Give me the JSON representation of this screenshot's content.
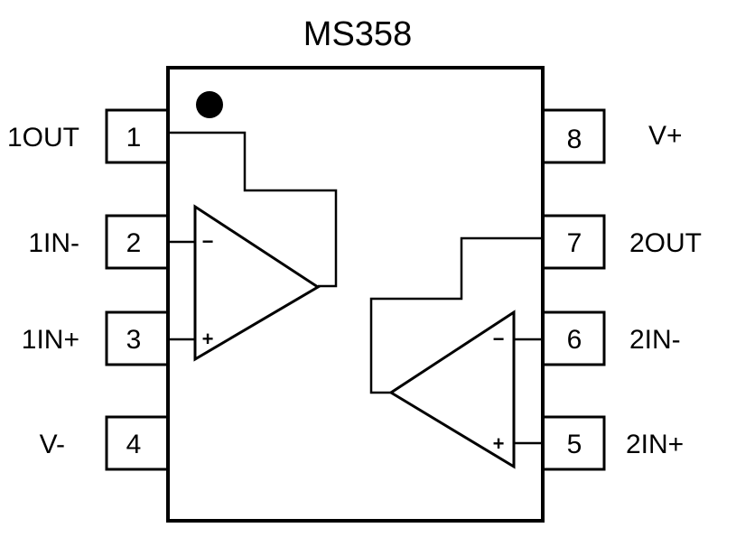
{
  "title": "MS358",
  "colors": {
    "stroke": "#000000",
    "background": "#ffffff"
  },
  "pin1_marker": "filled-dot",
  "pins": [
    {
      "number": "1",
      "label": "1OUT"
    },
    {
      "number": "2",
      "label": "1IN-"
    },
    {
      "number": "3",
      "label": "1IN+"
    },
    {
      "number": "4",
      "label": "V-"
    },
    {
      "number": "5",
      "label": "2IN+"
    },
    {
      "number": "6",
      "label": "2IN-"
    },
    {
      "number": "7",
      "label": "2OUT"
    },
    {
      "number": "8",
      "label": "V+"
    }
  ],
  "opamps": [
    {
      "inverting_sign": "−",
      "noninverting_sign": "+"
    },
    {
      "inverting_sign": "−",
      "noninverting_sign": "+"
    }
  ]
}
